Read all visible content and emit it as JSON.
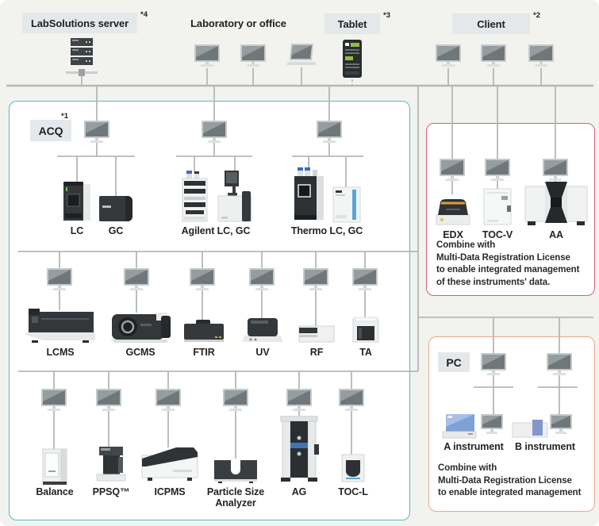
{
  "top_bar": {
    "server": {
      "label": "LabSolutions server",
      "note": "*4"
    },
    "laboratory": {
      "label": "Laboratory or office"
    },
    "tablet": {
      "label": "Tablet",
      "note": "*3"
    },
    "client": {
      "label": "Client",
      "note": "*2"
    }
  },
  "acq": {
    "label": "ACQ",
    "note": "*1",
    "row1_labels": [
      "LC",
      "GC",
      "Agilent LC, GC",
      "Thermo LC, GC"
    ],
    "row2_labels": [
      "LCMS",
      "GCMS",
      "FTIR",
      "UV",
      "RF",
      "TA"
    ],
    "row3_labels": [
      "Balance",
      "PPSQ™",
      "ICPMS",
      "Particle Size Analyzer",
      "AG",
      "TOC-L"
    ]
  },
  "multidata_box": {
    "labels": [
      "EDX",
      "TOC-V",
      "AA"
    ],
    "note_lines": [
      "Combine with",
      "Multi-Data Registration License",
      "to enable integrated management",
      "of these instruments' data."
    ]
  },
  "pc_box": {
    "label": "PC",
    "labels": [
      "A instrument",
      "B instrument"
    ],
    "note_lines": [
      "Combine with",
      "Multi-Data Registration License",
      "to enable integrated management"
    ]
  },
  "colors": {
    "teal_border": "#57bcbc",
    "red_border": "#d5607c",
    "orange_border": "#eaa886",
    "wire": "#b4b7b8",
    "label_bg": "#e5e8ea",
    "background": "#f2f2ef"
  }
}
